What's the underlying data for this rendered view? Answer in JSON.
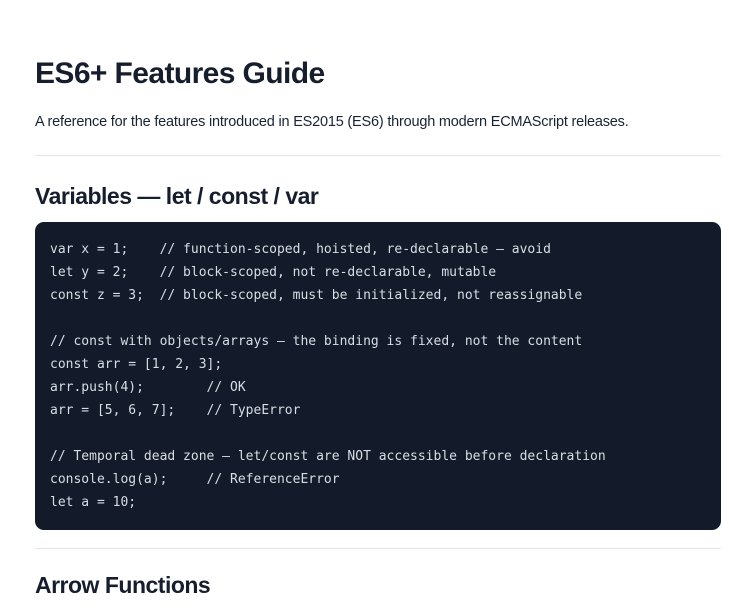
{
  "page": {
    "title": "ES6+ Features Guide",
    "subtitle": "A reference for the features introduced in ES2015 (ES6) through modern ECMAScript releases."
  },
  "sections": {
    "variables": {
      "heading": "Variables — let / const / var",
      "code": {
        "lines": [
          "var x = 1;    // function-scoped, hoisted, re-declarable — avoid",
          "let y = 2;    // block-scoped, not re-declarable, mutable",
          "const z = 3;  // block-scoped, must be initialized, not reassignable",
          "",
          "// const with objects/arrays — the binding is fixed, not the content",
          "const arr = [1, 2, 3];",
          "arr.push(4);        // OK",
          "arr = [5, 6, 7];    // TypeError",
          "",
          "// Temporal dead zone — let/const are NOT accessible before declaration",
          "console.log(a);     // ReferenceError",
          "let a = 10;"
        ]
      }
    },
    "arrow_functions": {
      "heading": "Arrow Functions"
    }
  },
  "colors": {
    "page_background": "#ffffff",
    "heading_text": "#161e2e",
    "body_text": "#1a2233",
    "divider": "#e5e7eb",
    "code_background": "#131b2b",
    "code_text": "#d8dde4"
  }
}
